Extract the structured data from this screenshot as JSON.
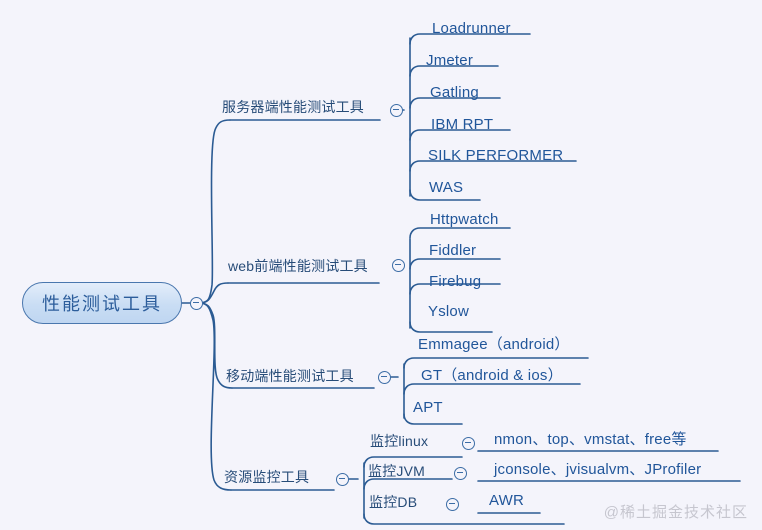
{
  "meta": {
    "background_color": "#f4f4fb",
    "line_color": "#2b5b93",
    "text_color": "#21569a",
    "root_fill": "#c9ddf4",
    "watermark": "@稀土掘金技术社区"
  },
  "root": {
    "label": "性能测试工具",
    "toggle": "collapse-minus-icon"
  },
  "branches": [
    {
      "id": "server",
      "label": "服务器端性能测试工具",
      "toggle": "collapse-minus-icon",
      "children": [
        {
          "label": "Loadrunner"
        },
        {
          "label": "Jmeter"
        },
        {
          "label": "Gatling"
        },
        {
          "label": "IBM RPT"
        },
        {
          "label": "SILK PERFORMER"
        },
        {
          "label": "WAS"
        }
      ]
    },
    {
      "id": "web",
      "label": "web前端性能测试工具",
      "toggle": "collapse-minus-icon",
      "children": [
        {
          "label": "Httpwatch"
        },
        {
          "label": "Fiddler"
        },
        {
          "label": "Firebug"
        },
        {
          "label": "Yslow"
        }
      ]
    },
    {
      "id": "mobile",
      "label": "移动端性能测试工具",
      "toggle": "collapse-minus-icon",
      "children": [
        {
          "label": "Emmagee（android）"
        },
        {
          "label": "GT（android & ios）"
        },
        {
          "label": "APT"
        }
      ]
    },
    {
      "id": "resource",
      "label": "资源监控工具",
      "toggle": "collapse-minus-icon",
      "children": [
        {
          "label": "监控linux",
          "toggle": "collapse-minus-icon",
          "value": "nmon、top、vmstat、free等"
        },
        {
          "label": "监控JVM",
          "toggle": "collapse-minus-icon",
          "value": "jconsole、jvisualvm、JProfiler"
        },
        {
          "label": "监控DB",
          "toggle": "collapse-minus-icon",
          "value": "AWR"
        }
      ]
    }
  ]
}
